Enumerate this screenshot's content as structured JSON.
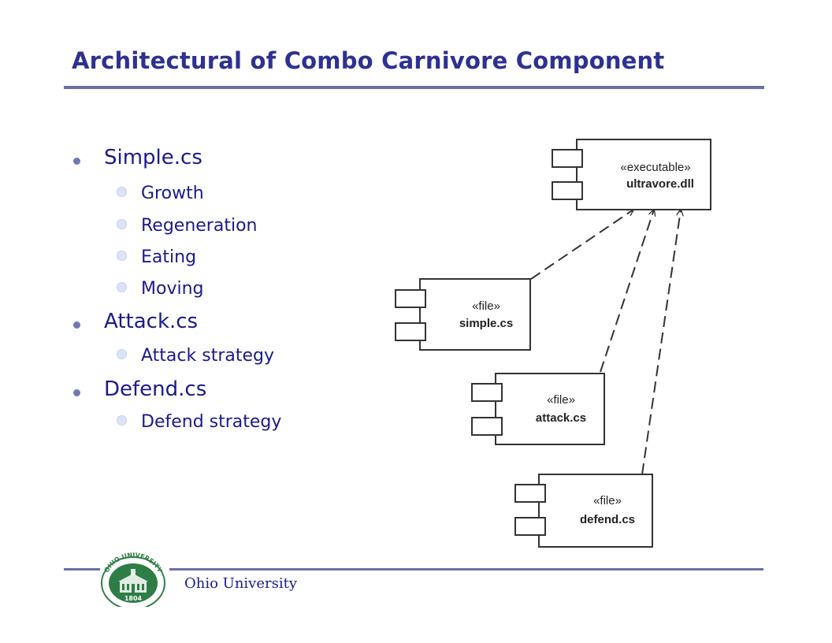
{
  "title": "Architectural of Combo Carnivore Component",
  "bullets": [
    {
      "label": "Simple.cs",
      "children": [
        "Growth",
        "Regeneration",
        "Eating",
        "Moving"
      ]
    },
    {
      "label": "Attack.cs",
      "children": [
        "Attack strategy"
      ]
    },
    {
      "label": "Defend.cs",
      "children": [
        "Defend strategy"
      ]
    }
  ],
  "diagram": {
    "components": [
      {
        "stereotype": "«executable»",
        "name": "ultravore.dll"
      },
      {
        "stereotype": "«file»",
        "name": "simple.cs"
      },
      {
        "stereotype": "«file»",
        "name": "attack.cs"
      },
      {
        "stereotype": "«file»",
        "name": "defend.cs"
      }
    ]
  },
  "footer": {
    "institution": "Ohio University",
    "seal_top": "OHIO UNIVERSITY",
    "seal_year": "1804"
  },
  "colors": {
    "title": "#2e3192",
    "rule": "#6b6fa8",
    "bullet_text": "#1a1a8c",
    "seal": "#2e7d46"
  }
}
